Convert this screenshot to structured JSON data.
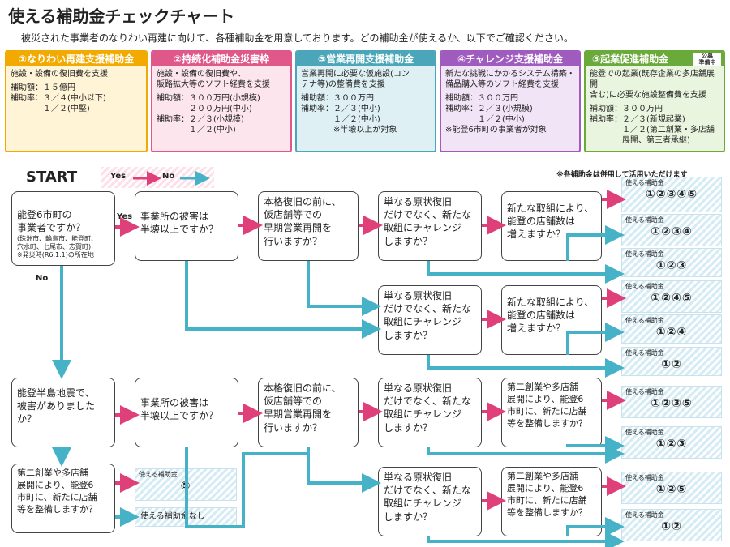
{
  "title": "使える補助金チェックチャート",
  "subtitle": "被災された事業者のなりわい再建に向けて、各種補助金を用意しております。どの補助金が使えるか、以下でご確認ください。",
  "colors": {
    "c1": "#f2a900",
    "c2": "#e0588a",
    "c3": "#4aa6b8",
    "c4": "#a05bbf",
    "c5": "#6aaa3a",
    "yes": "#e0407a",
    "no": "#45b2c8"
  },
  "cards": [
    {
      "head": "①なりわい再建支援補助金",
      "desc": "施設・設備の復旧費を支援",
      "detail": "補助額：１５億円\n補助率：３／４(中小以下)\n　　　　１／２(中堅)",
      "bg": "#fff4d6"
    },
    {
      "head": "②持続化補助金災害枠",
      "desc": "施設・設備の復旧費や、\n販路拡大等のソフト経費を支援",
      "detail": "補助額：３００万円(小規模)\n　　　　２００万円(中小)\n補助率：２／３(小規模)\n　　　　１／２(中小)",
      "bg": "#fde5ee"
    },
    {
      "head": "③営業再開支援補助金",
      "desc": "営業再開に必要な仮施設(コン\nテナ等)の整備費を支援",
      "detail": "補助額：３００万円\n補助率：２／３(中小)\n　　　　１／２(中小)\n　　　　※半壊以上が対象",
      "bg": "#dff0f4"
    },
    {
      "head": "④チャレンジ支援補助金",
      "desc": "新たな挑戦にかかるシステム構築・\n備品購入等のソフト経費を支援",
      "detail": "補助額：３００万円\n補助率：２／３(小規模)\n　　　　１／２(中小)\n※能登6市町の事業者が対象",
      "bg": "#f1e4f6"
    },
    {
      "head": "⑤起業促進補助金",
      "badge": "公募\n準備中",
      "desc": "能登での起業(既存企業の多店舗展開\n含む)に必要な施設整備費を支援",
      "detail": "補助額：３００万円\n補助率：２／３(新規起業)\n　　　　１／２(第二創業・多店舗\n　　　　展開、第三者承継)",
      "bg": "#eaf5df"
    }
  ],
  "start": "START",
  "legend": {
    "yes": "Yes",
    "no": "No"
  },
  "note": "※各補助金は併用して活用いただけます",
  "nodes": {
    "q1": "能登6市町の\n事業者ですか？",
    "q1_small": "(珠洲市、輪島市、能登町、\n穴水町、七尾市、志賀町)\n※発災時(R6.1.1)の所在地",
    "q2": "事業所の被害は\n半壊以上ですか？",
    "q3": "本格復旧の前に、\n仮店舗等での\n早期営業再開を\n行いますか？",
    "q4a": "単なる原状復旧\nだけでなく、新たな\n取組にチャレンジ\nしますか？",
    "q5a": "新たな取組により、\n能登の店舗数は\n増えますか？",
    "q4b": "単なる原状復旧\nだけでなく、新たな\n取組にチャレンジ\nしますか？",
    "q5b": "新たな取組により、\n能登の店舗数は\n増えますか？",
    "p1": "能登半島地震で、\n被害がありました\nか？",
    "p2": "事業所の被害は\n半壊以上ですか？",
    "p3": "本格復旧の前に、\n仮店舗等での\n早期営業再開を\n行いますか？",
    "p4a": "単なる原状復旧\nだけでなく、新たな\n取組にチャレンジ\nしますか？",
    "p5a": "第二創業や多店舗\n展開により、能登6\n市町に、新たに店舗\n等を整備しますか？",
    "p4b": "単なる原状復旧\nだけでなく、新たな\n取組にチャレンジ\nしますか？",
    "p5b": "第二創業や多店舗\n展開により、能登6\n市町に、新たに店舗\n等を整備しますか？",
    "s1": "第二創業や多店舗\n展開により、能登6\n市町に、新たに店舗\n等を整備しますか？"
  },
  "result_label": "使える補助金",
  "results": [
    "①②③④⑤",
    "①②③④",
    "①②③",
    "①②④⑤",
    "①②④",
    "①②",
    "①②③⑤",
    "①②③",
    "①②⑤",
    "①②",
    "⑤"
  ],
  "no_result": "使える補助金なし"
}
